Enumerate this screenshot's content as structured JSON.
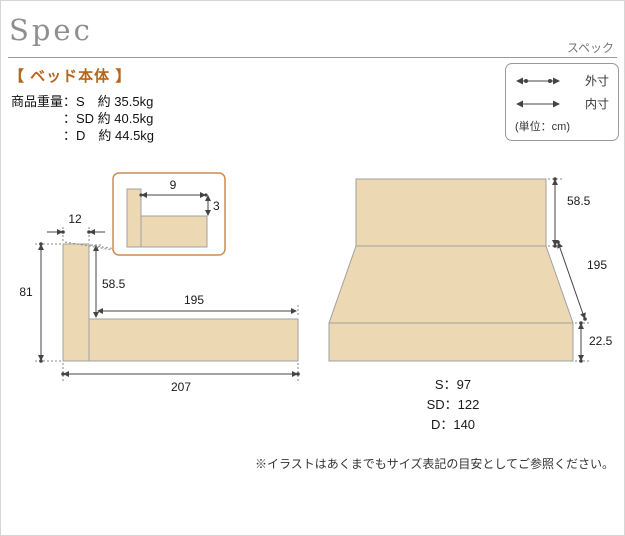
{
  "header": {
    "title": "Spec",
    "subtitle": "スペック"
  },
  "section_label": "【 ベッド本体 】",
  "weights": {
    "line1": "商品重量：S　約 35.5kg",
    "line2": "：SD 約 40.5kg",
    "line3": "：D　約 44.5kg"
  },
  "legend": {
    "outer": "外寸",
    "inner": "内寸",
    "unit": "(単位：cm)"
  },
  "side_view": {
    "headboard_thickness": "12",
    "total_height": "81",
    "upper_height": "58.5",
    "inner_length": "195",
    "total_length": "207",
    "inset": {
      "ledge_depth": "9",
      "step_height": "3"
    }
  },
  "front_view": {
    "headboard_height": "58.5",
    "depth": "195",
    "base_height": "22.5",
    "widths": [
      "S：97",
      "SD：122",
      "D：140"
    ]
  },
  "note": "※イラストはあくまでもサイズ表記の目安としてご参照ください。",
  "colors": {
    "bed_fill": "#ecd9b4",
    "accent": "#b3661e",
    "inset_border": "#cf8c4e"
  }
}
